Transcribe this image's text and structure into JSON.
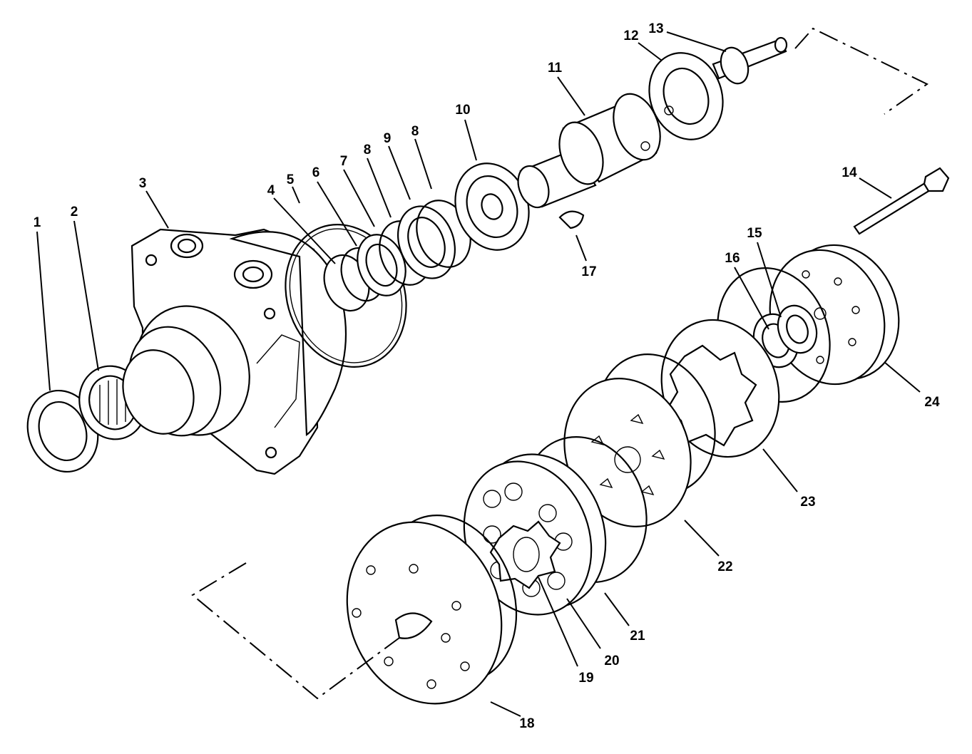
{
  "diagram": {
    "type": "exploded-parts-view",
    "callouts": [
      "1",
      "2",
      "3",
      "4",
      "5",
      "6",
      "7",
      "8",
      "9",
      "8",
      "10",
      "11",
      "12",
      "13",
      "14",
      "15",
      "16",
      "17",
      "18",
      "19",
      "20",
      "21",
      "22",
      "23",
      "24"
    ]
  }
}
